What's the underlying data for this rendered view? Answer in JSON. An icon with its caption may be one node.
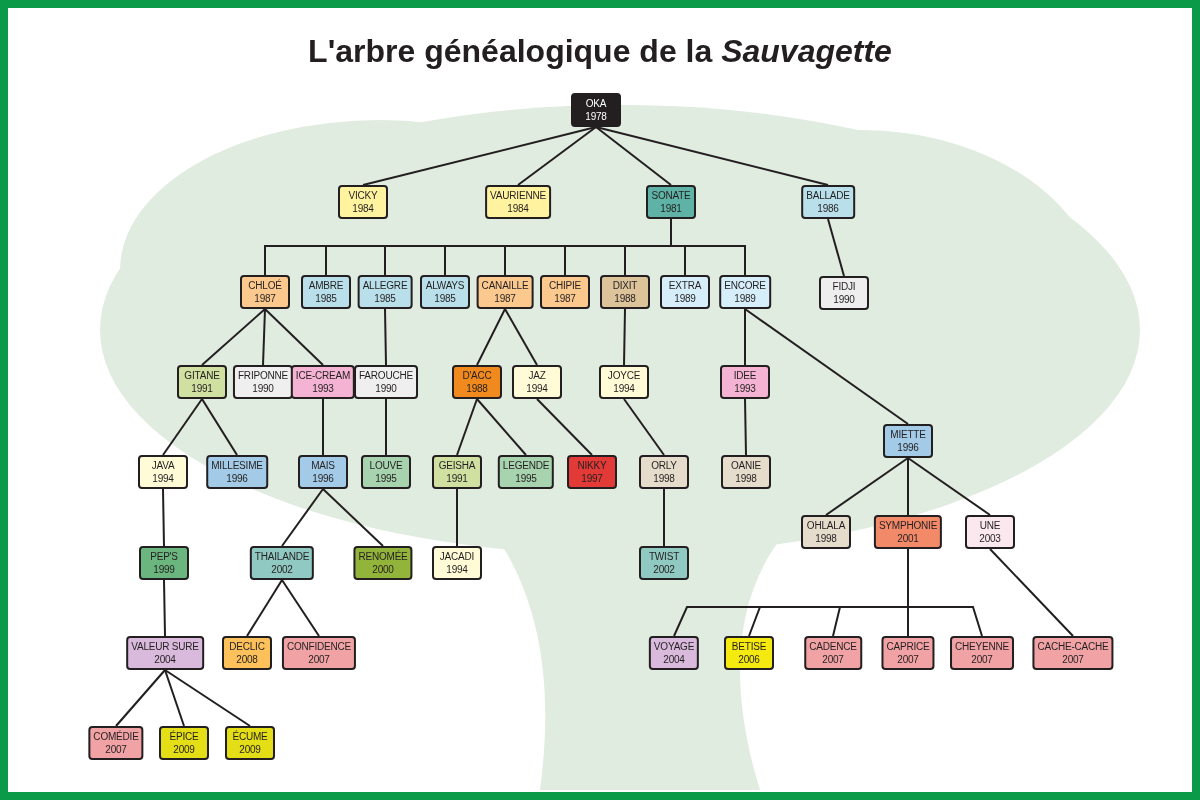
{
  "diagram": {
    "title": "L'arbre généalogique de la *Sauvagette*",
    "nodes": [
      {
        "text": [
          "OKA",
          "1978"
        ]
      },
      {
        "text": [
          "VICKY",
          "1984"
        ]
      },
      {
        "text": [
          "VAURIENNE",
          "1984"
        ]
      },
      {
        "text": [
          "SONATE",
          "1981"
        ]
      },
      {
        "text": [
          "BALLADE",
          "1986"
        ]
      },
      {
        "text": [
          "CHLOÉ",
          "1987"
        ]
      },
      {
        "text": [
          "AMBRE",
          "1985"
        ]
      },
      {
        "text": [
          "ALLEGRE",
          "1985"
        ]
      },
      {
        "text": [
          "ALWAYS",
          "1985"
        ]
      },
      {
        "text": [
          "CANAILLE",
          "1987"
        ]
      },
      {
        "text": [
          "CHIPIE",
          "1987"
        ]
      },
      {
        "text": [
          "DIXIT",
          "1988"
        ]
      },
      {
        "text": [
          "EXTRA",
          "1989"
        ]
      },
      {
        "text": [
          "ENCORE",
          "1989"
        ]
      },
      {
        "text": [
          "FIDJI",
          "1990"
        ]
      },
      {
        "text": [
          "GITANE",
          "1991"
        ]
      },
      {
        "text": [
          "FRIPONNE",
          "1990"
        ]
      },
      {
        "text": [
          "ICE-CREAM",
          "1993"
        ]
      },
      {
        "text": [
          "FAROUCHE",
          "1990"
        ]
      },
      {
        "text": [
          "D'ACC",
          "1988"
        ]
      },
      {
        "text": [
          "JAZ",
          "1994"
        ]
      },
      {
        "text": [
          "JOYCE",
          "1994"
        ]
      },
      {
        "text": [
          "IDEE",
          "1993"
        ]
      },
      {
        "text": [
          "MIETTE",
          "1996"
        ]
      },
      {
        "text": [
          "JAVA",
          "1994"
        ]
      },
      {
        "text": [
          "MILLESIME",
          "1996"
        ]
      },
      {
        "text": [
          "MAIS",
          "1996"
        ]
      },
      {
        "text": [
          "LOUVE",
          "1995"
        ]
      },
      {
        "text": [
          "GEISHA",
          "1991"
        ]
      },
      {
        "text": [
          "LEGENDE",
          "1995"
        ]
      },
      {
        "text": [
          "NIKKY",
          "1997"
        ]
      },
      {
        "text": [
          "ORLY",
          "1998"
        ]
      },
      {
        "text": [
          "OANIE",
          "1998"
        ]
      },
      {
        "text": [
          "PEP'S",
          "1999"
        ]
      },
      {
        "text": [
          "THAILANDE",
          "2002"
        ]
      },
      {
        "text": [
          "RENOMÉE",
          "2000"
        ]
      },
      {
        "text": [
          "JACADI",
          "1994"
        ]
      },
      {
        "text": [
          "TWIST",
          "2002"
        ]
      },
      {
        "text": [
          "OHLALA",
          "1998"
        ]
      },
      {
        "text": [
          "SYMPHONIE",
          "2001"
        ]
      },
      {
        "text": [
          "UNE",
          "2003"
        ]
      },
      {
        "text": [
          "VALEUR SURE",
          "2004"
        ]
      },
      {
        "text": [
          "DECLIC",
          "2008"
        ]
      },
      {
        "text": [
          "CONFIDENCE",
          "2007"
        ]
      },
      {
        "text": [
          "VOYAGE",
          "2004"
        ]
      },
      {
        "text": [
          "BETISE",
          "2006"
        ]
      },
      {
        "text": [
          "CADENCE",
          "2007"
        ]
      },
      {
        "text": [
          "CAPRICE",
          "2007"
        ]
      },
      {
        "text": [
          "CHEYENNE",
          "2007"
        ]
      },
      {
        "text": [
          "CACHE-CACHE",
          "2007"
        ]
      },
      {
        "text": [
          "COMÉDIE",
          "2007"
        ]
      },
      {
        "text": [
          "ÉPICE",
          "2009"
        ]
      },
      {
        "text": [
          "ÉCUME",
          "2009"
        ]
      }
    ],
    "edges": [
      {
        "from": 0,
        "to": 1,
        "arrow": "none"
      },
      {
        "from": 0,
        "to": 2,
        "arrow": "none"
      },
      {
        "from": 0,
        "to": 3,
        "arrow": "none"
      },
      {
        "from": 0,
        "to": 4,
        "arrow": "none"
      },
      {
        "from": 3,
        "to": 5,
        "arrow": "none"
      },
      {
        "from": 3,
        "to": 6,
        "arrow": "none"
      },
      {
        "from": 3,
        "to": 7,
        "arrow": "none"
      },
      {
        "from": 3,
        "to": 8,
        "arrow": "none"
      },
      {
        "from": 3,
        "to": 9,
        "arrow": "none"
      },
      {
        "from": 3,
        "to": 10,
        "arrow": "none"
      },
      {
        "from": 3,
        "to": 11,
        "arrow": "none"
      },
      {
        "from": 3,
        "to": 12,
        "arrow": "none"
      },
      {
        "from": 3,
        "to": 13,
        "arrow": "none"
      },
      {
        "from": 4,
        "to": 14,
        "arrow": "none"
      },
      {
        "from": 5,
        "to": 15,
        "arrow": "none"
      },
      {
        "from": 5,
        "to": 16,
        "arrow": "none"
      },
      {
        "from": 5,
        "to": 17,
        "arrow": "none"
      },
      {
        "from": 7,
        "to": 18,
        "arrow": "none"
      },
      {
        "from": 9,
        "to": 19,
        "arrow": "none"
      },
      {
        "from": 9,
        "to": 20,
        "arrow": "none"
      },
      {
        "from": 11,
        "to": 21,
        "arrow": "none"
      },
      {
        "from": 13,
        "to": 22,
        "arrow": "none"
      },
      {
        "from": 13,
        "to": 23,
        "arrow": "none"
      },
      {
        "from": 15,
        "to": 24,
        "arrow": "none"
      },
      {
        "from": 15,
        "to": 25,
        "arrow": "none"
      },
      {
        "from": 17,
        "to": 26,
        "arrow": "none"
      },
      {
        "from": 18,
        "to": 27,
        "arrow": "none"
      },
      {
        "from": 19,
        "to": 28,
        "arrow": "none"
      },
      {
        "from": 19,
        "to": 29,
        "arrow": "none"
      },
      {
        "from": 20,
        "to": 30,
        "arrow": "none"
      },
      {
        "from": 21,
        "to": 31,
        "arrow": "none"
      },
      {
        "from": 22,
        "to": 32,
        "arrow": "none"
      },
      {
        "from": 23,
        "to": 38,
        "arrow": "none"
      },
      {
        "from": 23,
        "to": 39,
        "arrow": "none"
      },
      {
        "from": 23,
        "to": 40,
        "arrow": "none"
      },
      {
        "from": 24,
        "to": 33,
        "arrow": "none"
      },
      {
        "from": 26,
        "to": 34,
        "arrow": "none"
      },
      {
        "from": 26,
        "to": 35,
        "arrow": "none"
      },
      {
        "from": 28,
        "to": 36,
        "arrow": "none"
      },
      {
        "from": 31,
        "to": 37,
        "arrow": "none"
      },
      {
        "from": 33,
        "to": 41,
        "arrow": "none"
      },
      {
        "from": 34,
        "to": 42,
        "arrow": "none"
      },
      {
        "from": 34,
        "to": 43,
        "arrow": "none"
      },
      {
        "from": 39,
        "to": 44,
        "arrow": "none"
      },
      {
        "from": 39,
        "to": 45,
        "arrow": "none"
      },
      {
        "from": 39,
        "to": 46,
        "arrow": "none"
      },
      {
        "from": 39,
        "to": 47,
        "arrow": "none"
      },
      {
        "from": 39,
        "to": 48,
        "arrow": "none"
      },
      {
        "from": 40,
        "to": 49,
        "arrow": "none"
      },
      {
        "from": 41,
        "to": 50,
        "arrow": "none"
      },
      {
        "from": 41,
        "to": 51,
        "arrow": "none"
      },
      {
        "from": 41,
        "to": 52,
        "arrow": "none"
      }
    ]
  }
}
